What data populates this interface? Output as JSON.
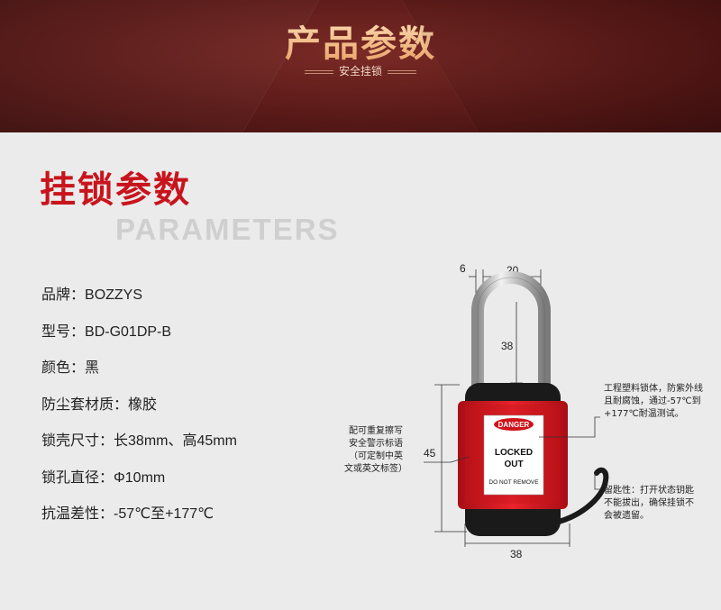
{
  "banner": {
    "title": "产品参数",
    "subtitle": "安全挂锁"
  },
  "section": {
    "title": "挂锁参数",
    "title_en": "PARAMETERS"
  },
  "params": [
    {
      "label": "品牌：",
      "value": "BOZZYS"
    },
    {
      "label": "型号：",
      "value": "BD-G01DP-B"
    },
    {
      "label": "颜色：",
      "value": "黑"
    },
    {
      "label": "防尘套材质：",
      "value": "橡胶"
    },
    {
      "label": "锁壳尺寸：",
      "value": "长38mm、高45mm"
    },
    {
      "label": "锁孔直径：",
      "value": "Φ10mm"
    },
    {
      "label": "抗温差性：",
      "value": "-57℃至+177℃"
    }
  ],
  "diagram": {
    "dims": {
      "shackle_thickness": "6",
      "shackle_width": "20",
      "shackle_height": "38",
      "body_height": "45",
      "body_width": "38"
    },
    "label": {
      "danger": "DANGER",
      "line1": "LOCKED",
      "line2": "OUT",
      "line3": "DO NOT REMOVE"
    },
    "notes": {
      "body": [
        "工程塑料锁体，防紫外线",
        "且耐腐蚀，通过-57℃到",
        "+177℃耐温测试。"
      ],
      "label": [
        "配可重复擦写",
        "安全警示标语",
        "（可定制中英",
        "文或英文标签）"
      ],
      "key": [
        "留匙性：打开状态钥匙",
        "不能拔出，确保挂锁不",
        "会被遗留。"
      ]
    },
    "colors": {
      "body": "#d0121b",
      "cover": "#1a1a1a"
    }
  }
}
